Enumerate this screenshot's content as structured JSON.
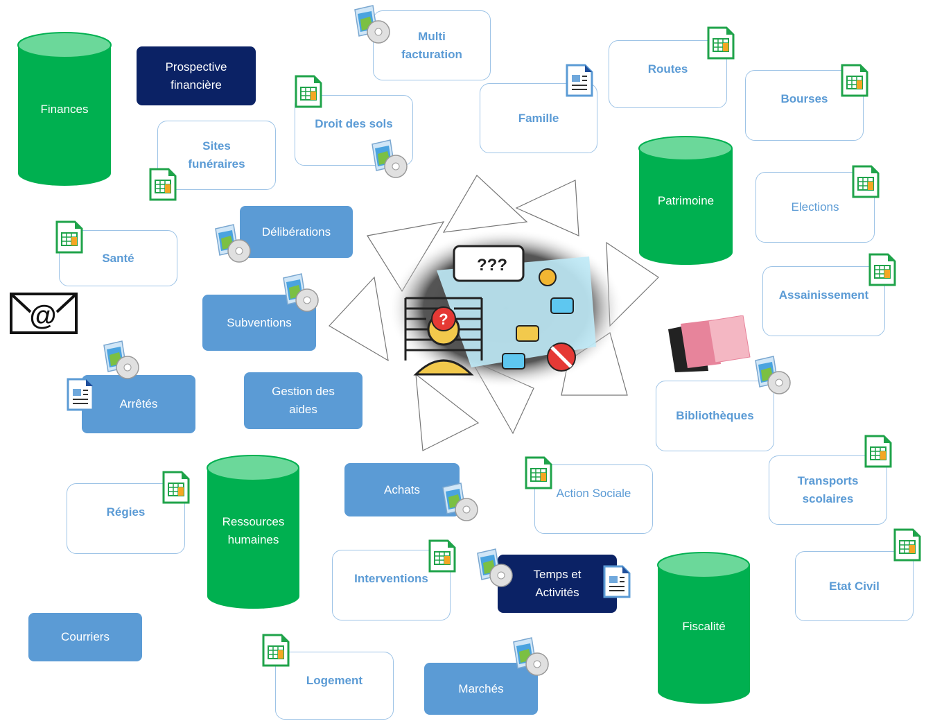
{
  "colors": {
    "database_green": "#00b050",
    "database_top": "#6bd89a",
    "light_blue": "#5b9bd5",
    "navy": "#0b2265",
    "outline_blue": "#9dc3e6",
    "spreadsheet_green": "#1fa34a"
  },
  "databases": {
    "finances": "Finances",
    "patrimoine": "Patrimoine",
    "ressources_humaines": "Ressources humaines",
    "fiscalite": "Fiscalité"
  },
  "modules": {
    "prospective": "Prospective financière",
    "multi_facturation": "Multi facturation",
    "famille": "Famille",
    "routes": "Routes",
    "bourses": "Bourses",
    "droit_des_sols": "Droit des sols",
    "sites_funeraires": "Sites funéraires",
    "elections": "Elections",
    "deliberations": "Délibérations",
    "sante": "Santé",
    "assainissement": "Assainissement",
    "subventions": "Subventions",
    "arretes": "Arrêtés",
    "gestion_aides": "Gestion des aides",
    "bibliotheques": "Bibliothèques",
    "regies": "Régies",
    "achats": "Achats",
    "action_sociale": "Action Sociale",
    "transports_scolaires": "Transports scolaires",
    "interventions": "Interventions",
    "temps_activites": "Temps et Activités",
    "etat_civil": "Etat Civil",
    "courriers": "Courriers",
    "logement": "Logement",
    "marches": "Marchés"
  },
  "center": {
    "speech_text": "???",
    "question_mark": "?"
  },
  "email_glyph": "@",
  "icons": [
    "spreadsheet-icon",
    "installer-cd-icon",
    "document-icon",
    "email-envelope-icon",
    "folders-icon",
    "question-person-maze-icon"
  ]
}
